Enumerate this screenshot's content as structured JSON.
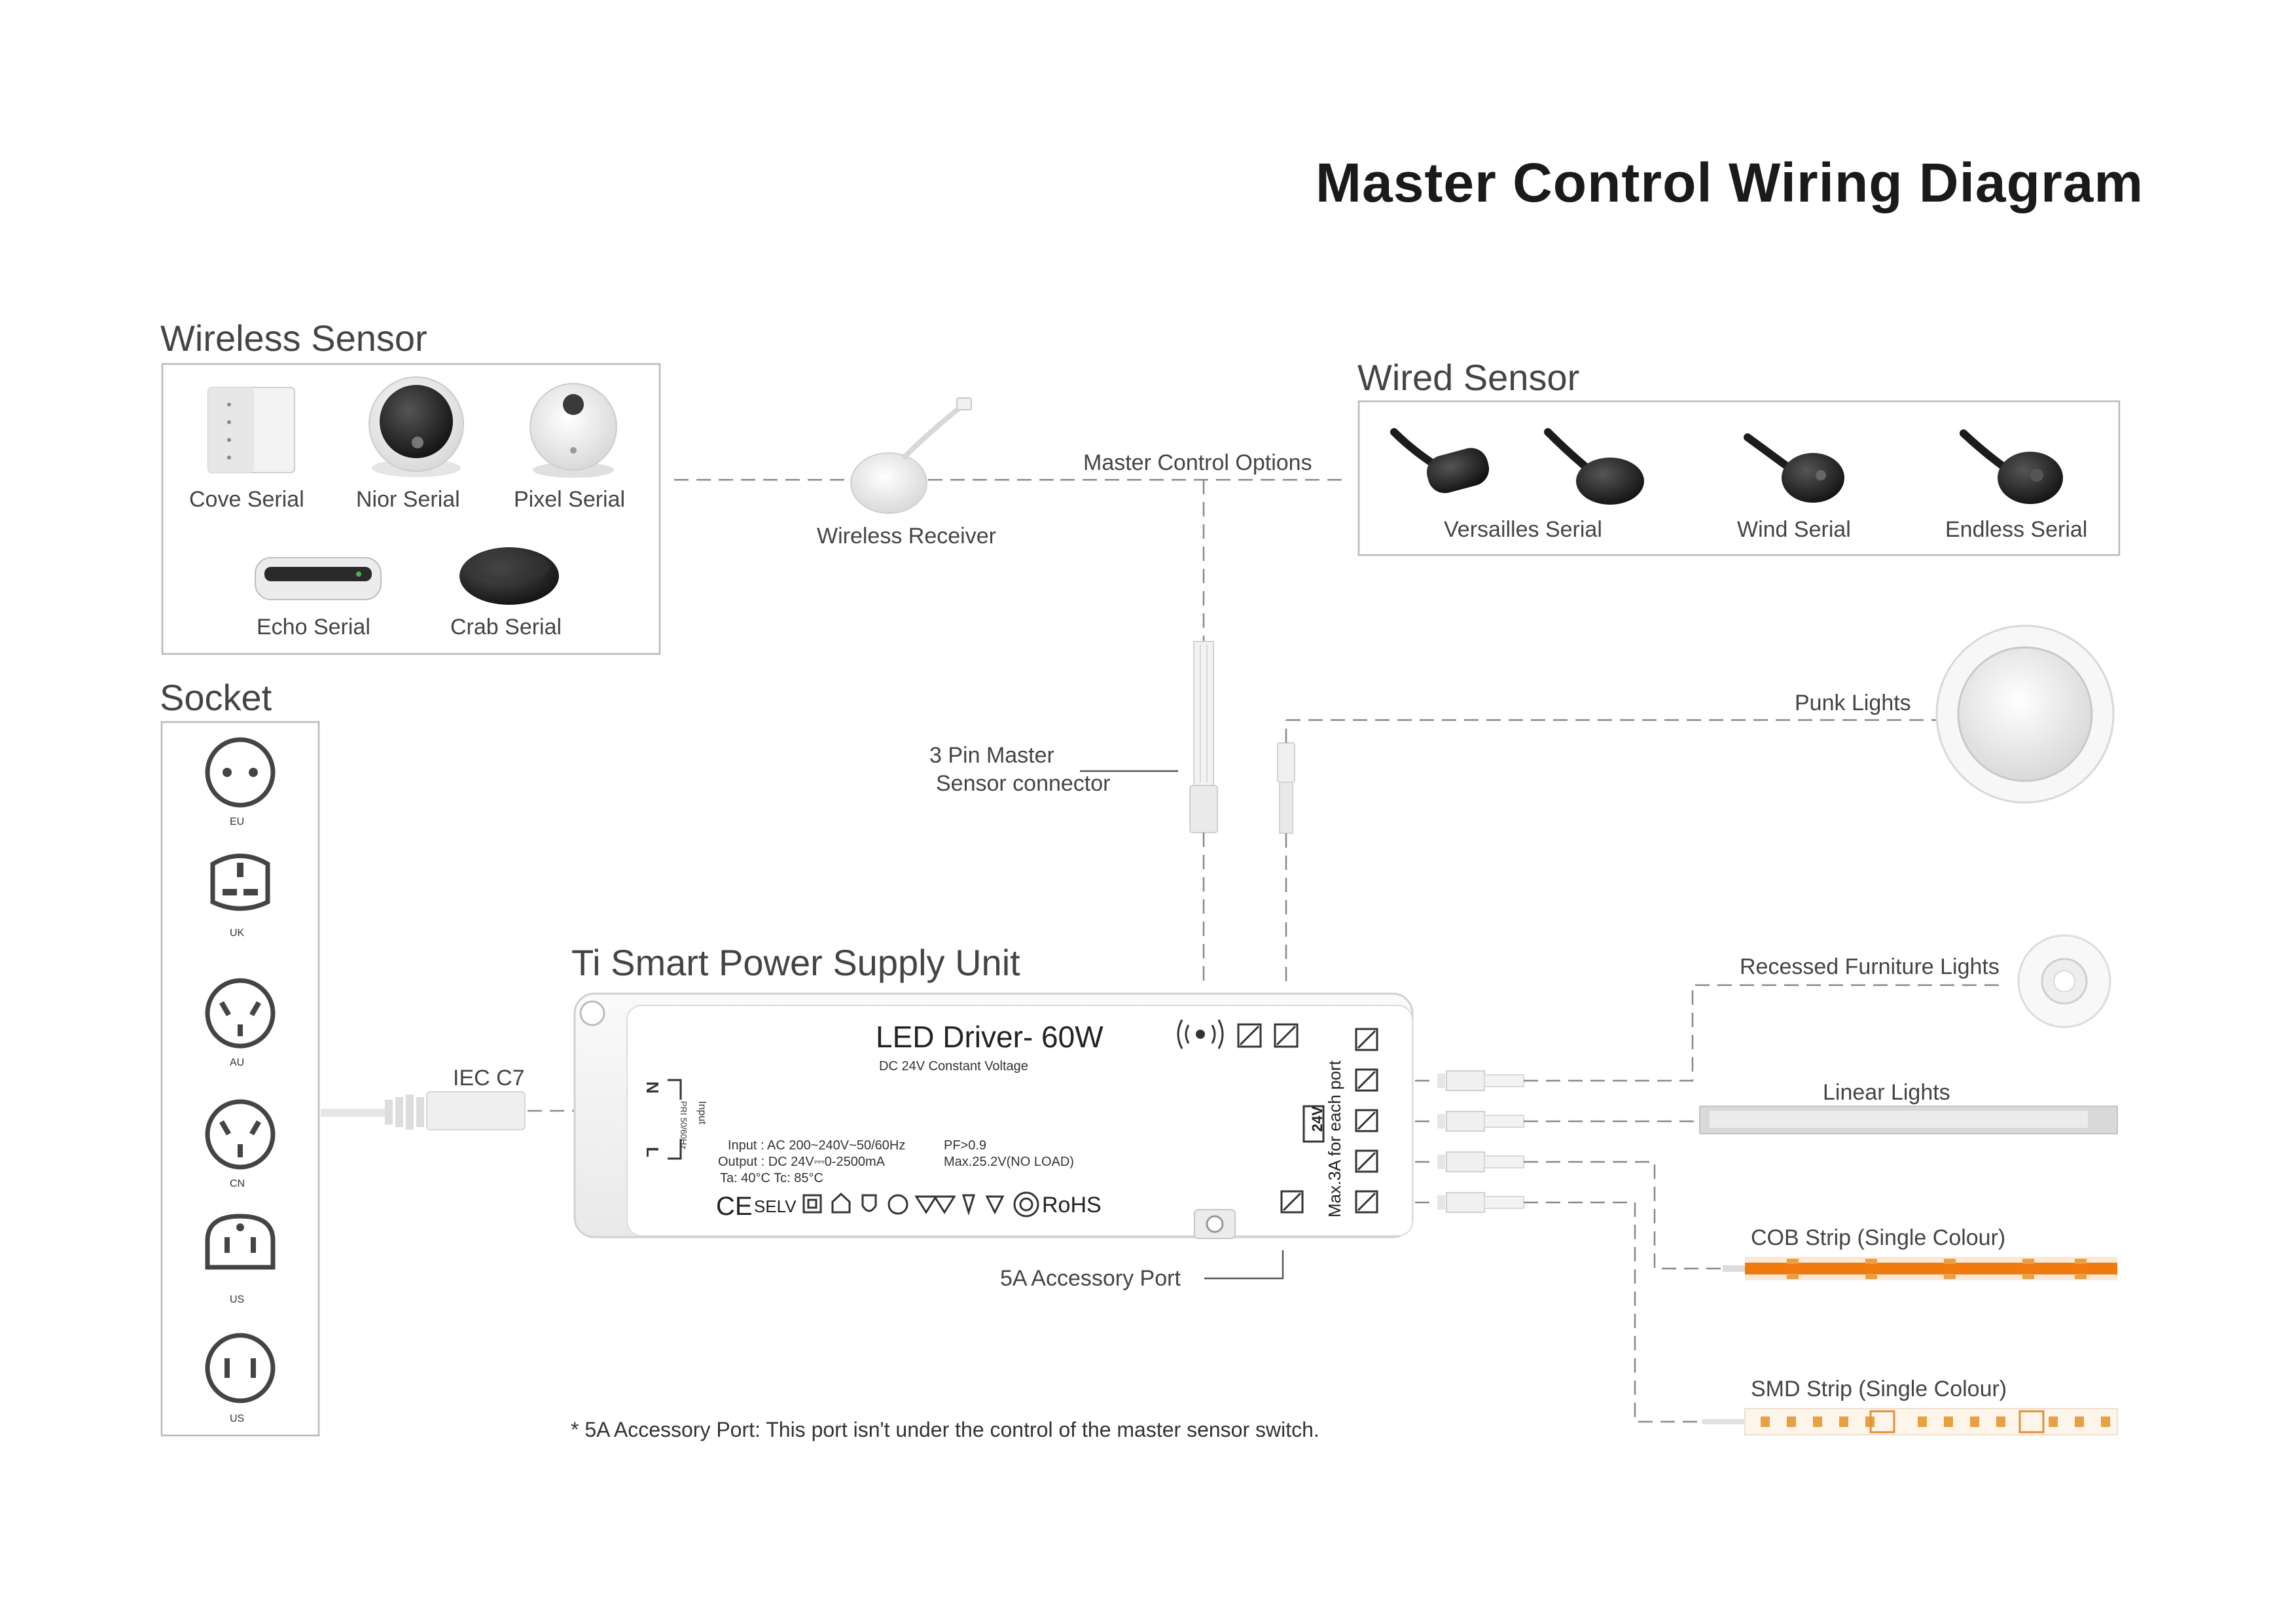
{
  "title": "Master Control Wiring Diagram",
  "wireless_sensor": {
    "heading": "Wireless Sensor",
    "items": [
      "Cove Serial",
      "Nior Serial",
      "Pixel Serial",
      "Echo Serial",
      "Crab Serial"
    ]
  },
  "wired_sensor": {
    "heading": "Wired Sensor",
    "items": [
      "Versailles Serial",
      "Wind Serial",
      "Endless Serial"
    ]
  },
  "socket": {
    "heading": "Socket",
    "items": [
      "EU",
      "UK",
      "AU",
      "CN",
      "US",
      "US"
    ]
  },
  "wireless_receiver": "Wireless Receiver",
  "master_control_options": "Master Control Options",
  "connector_label": {
    "line1": "3 Pin Master",
    "line2": "Sensor connector"
  },
  "iec": "IEC C7",
  "psu": {
    "heading": "Ti Smart Power Supply Unit",
    "driver_title": "LED Driver- 60W",
    "driver_sub": "DC 24V Constant Voltage",
    "input": "Input : AC 200~240V~50/60Hz",
    "pf": "PF>0.9",
    "output": "Output : DC 24V⎓0-2500mA",
    "max": "Max.25.2V(NO LOAD)",
    "ta": "Ta:  40°C   Tc:  85°C",
    "selv": "SELV",
    "rohs": "RoHS",
    "ce": "CE",
    "side_text": "Max.3A for each port",
    "volt_badge": "24V",
    "n": "N",
    "l": "L",
    "input_label": "Input",
    "freq_label": "PRI 50/60Hz"
  },
  "accessory_port": "5A Accessory Port",
  "outputs": {
    "punk": "Punk Lights",
    "recessed": "Recessed Furniture Lights",
    "linear": "Linear Lights",
    "cob": "COB Strip (Single Colour)",
    "smd": "SMD Strip (Single Colour)"
  },
  "footnote": "* 5A Accessory Port: This port isn't under the control of the master sensor switch.",
  "colors": {
    "strip_orange": "#f07a10",
    "led_amber": "#e8a040",
    "line_gray": "#888888",
    "box_gray": "#b8b8b8"
  }
}
